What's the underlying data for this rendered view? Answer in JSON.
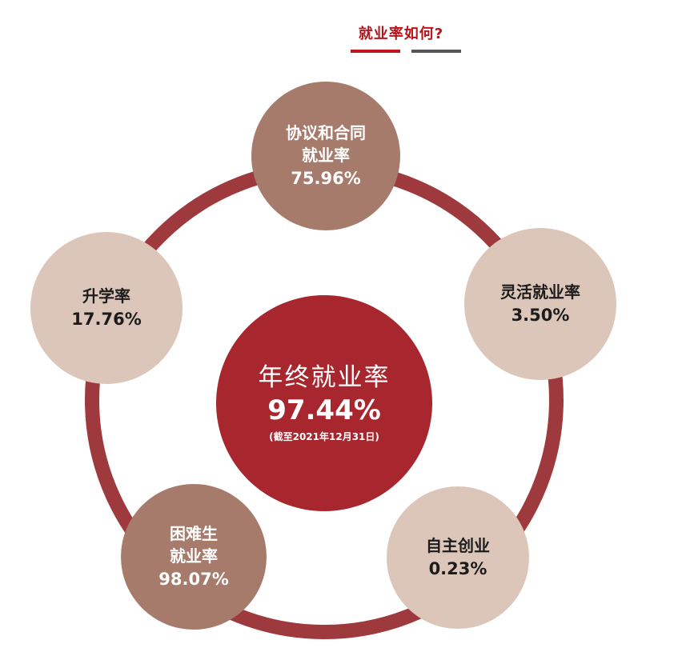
{
  "header": {
    "title": "就业率如何?"
  },
  "center": {
    "label": "年终就业率",
    "value": "97.44%",
    "note": "(截至2021年12月31日)"
  },
  "nodes": {
    "top": {
      "line1": "协议和合同",
      "line2": "就业率",
      "value": "75.96%"
    },
    "right": {
      "line1": "灵活就业率",
      "value": "3.50%"
    },
    "bright": {
      "line1": "自主创业",
      "value": "0.23%"
    },
    "bleft": {
      "line1": "困难生",
      "line2": "就业率",
      "value": "98.07%"
    },
    "left": {
      "line1": "升学率",
      "value": "17.76%"
    }
  },
  "colors": {
    "accent_red": "#b5161c",
    "center_fill": "#a8262d",
    "ring": "#9e3a3e",
    "dark_node": "#a67b6c",
    "light_node": "#dcc6b9"
  }
}
